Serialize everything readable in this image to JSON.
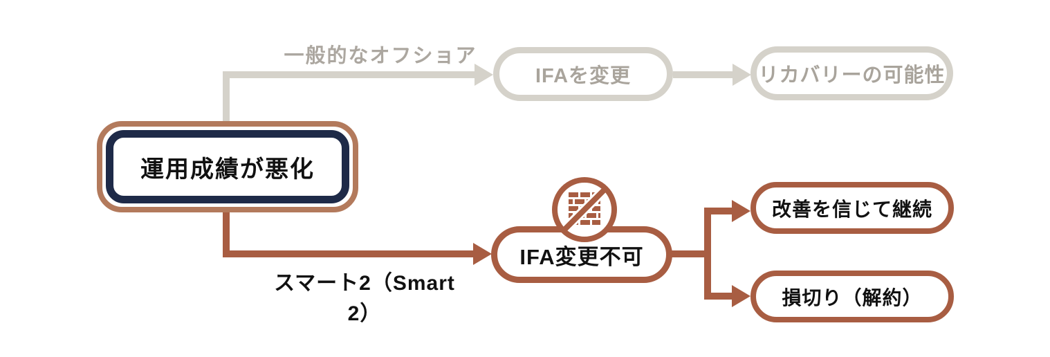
{
  "diagram": {
    "root": {
      "label": "運用成績が悪化"
    },
    "offshore_path": {
      "path_label": "一般的なオフショア",
      "step1": {
        "label": "IFAを変更"
      },
      "step2": {
        "label": "リカバリーの可能性"
      }
    },
    "smart2_path": {
      "path_label": "スマート2（Smart 2）",
      "blocked": {
        "label": "IFA変更不可",
        "icon": "no-brick-wall-icon"
      },
      "outcome1": {
        "label": "改善を信じて継続"
      },
      "outcome2": {
        "label": "損切り（解約）"
      }
    },
    "colors": {
      "terracotta": "#a85d42",
      "copper": "#b37a5c",
      "navy": "#1e2a48",
      "gray_line": "#d5d2ca",
      "gray_text": "#a9a49c",
      "black_text": "#111111",
      "background": "#ffffff"
    }
  }
}
